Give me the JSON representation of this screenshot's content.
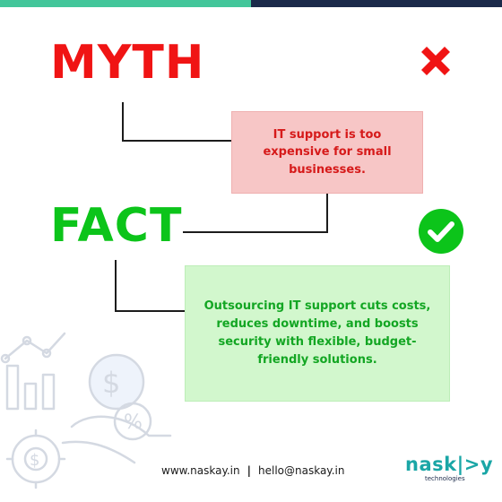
{
  "myth": {
    "title": "MYTH",
    "text": "IT support is too expensive for small businesses."
  },
  "fact": {
    "title": "FACT",
    "text": "Outsourcing IT support cuts costs, reduces downtime, and boosts security with flexible, budget-friendly solutions."
  },
  "footer": {
    "website": "www.naskay.in",
    "separator": "|",
    "email": "hello@naskay.in"
  },
  "logo": {
    "name": "nask|>y",
    "tagline": "technologies"
  },
  "colors": {
    "myth_red": "#f01414",
    "fact_green": "#0cc41a",
    "myth_box": "#f7c6c6",
    "fact_box": "#d2f7cd",
    "accent_teal": "#43c69a",
    "navy": "#1b2a4a"
  },
  "icons": {
    "myth_marker": "cross-icon",
    "fact_marker": "check-icon"
  }
}
